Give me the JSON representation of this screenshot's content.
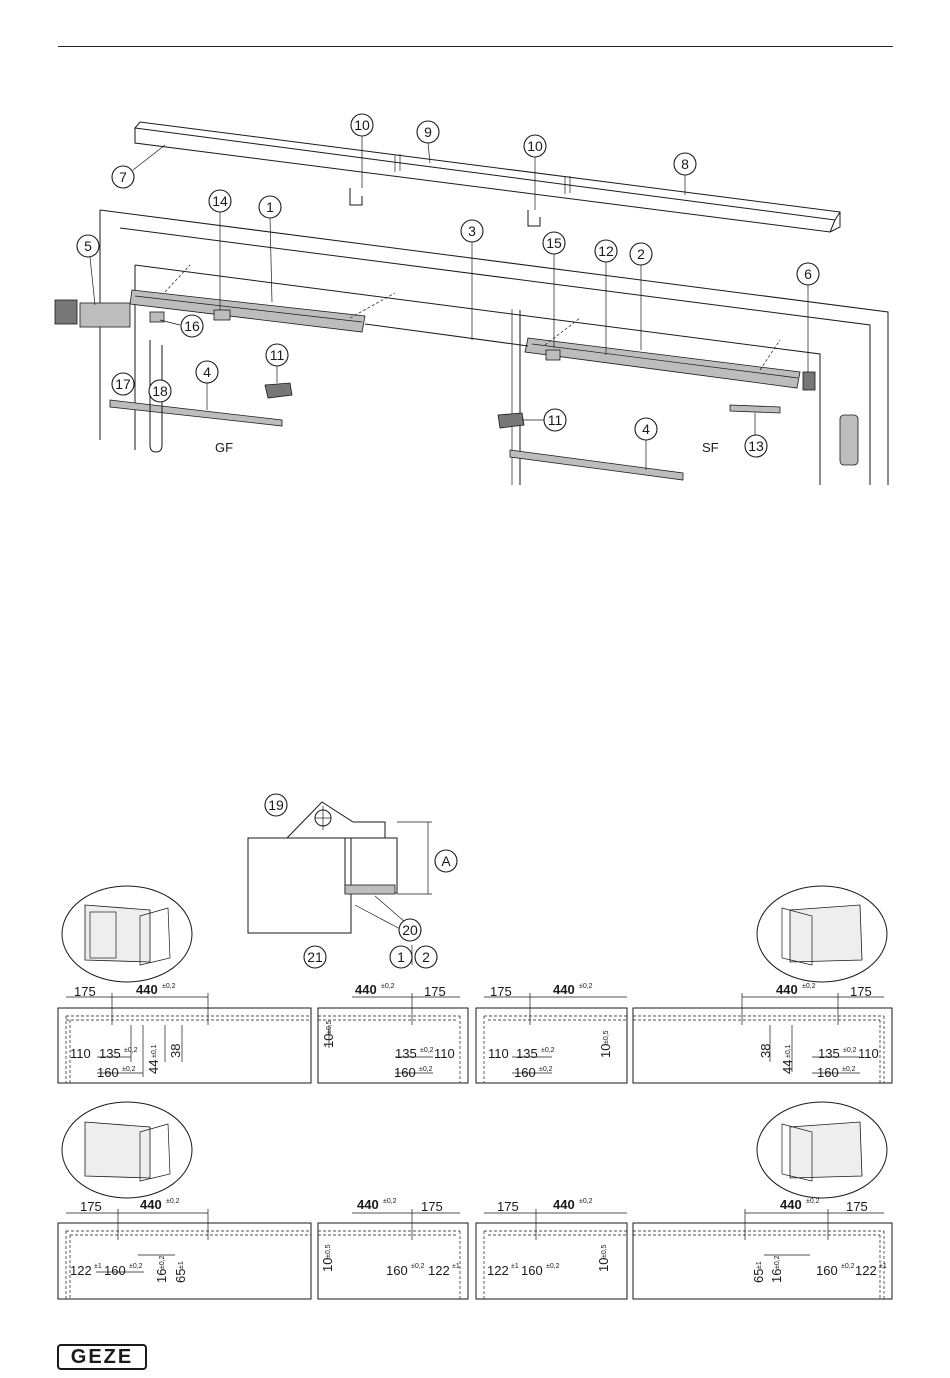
{
  "callouts": {
    "c1": "1",
    "c2": "2",
    "c3": "3",
    "c4a": "4",
    "c4b": "4",
    "c5": "5",
    "c6": "6",
    "c7": "7",
    "c8": "8",
    "c9": "9",
    "c10a": "10",
    "c10b": "10",
    "c11a": "11",
    "c11b": "11",
    "c12": "12",
    "c13": "13",
    "c14": "14",
    "c15": "15",
    "c16": "16",
    "c17": "17",
    "c18": "18",
    "c19": "19",
    "c20": "20",
    "c21": "21",
    "c1b": "1",
    "c2b": "2",
    "cA": "A"
  },
  "labels": {
    "gf": "GF",
    "sf": "SF"
  },
  "dims": {
    "d175": "175",
    "d440": "440",
    "tol02": "±0,2",
    "tol05": "±0,5",
    "tol01": "±0,1",
    "tol1": "±1",
    "d110": "110",
    "d135": "135",
    "d160": "160",
    "d44": "44",
    "d38": "38",
    "d10": "10",
    "d122": "122",
    "d16": "16",
    "d65": "65"
  },
  "brand": {
    "logo": "GEZE"
  }
}
